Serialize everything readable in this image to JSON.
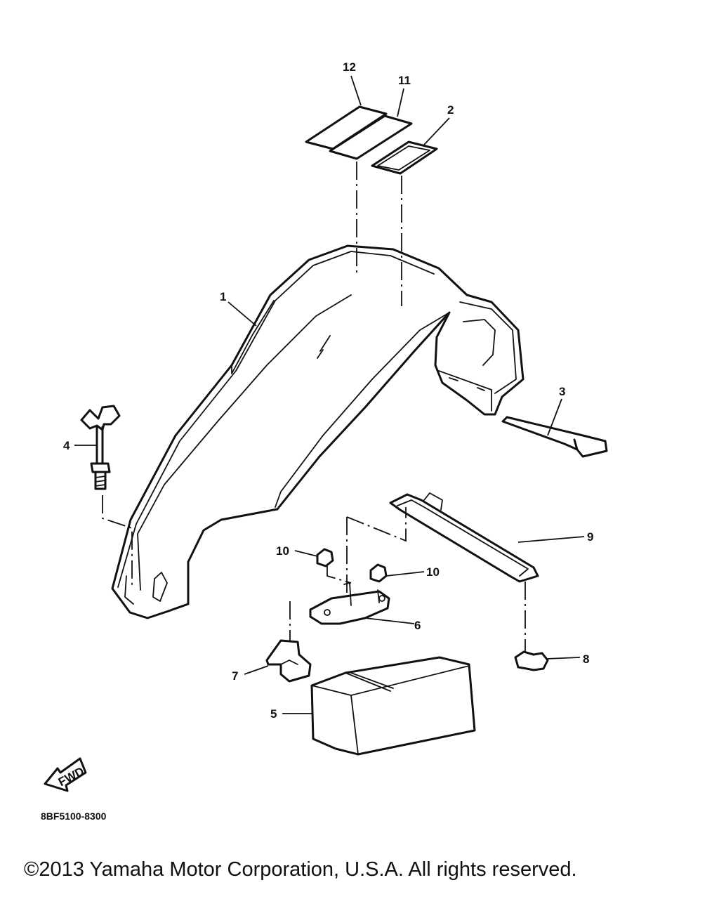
{
  "callouts": [
    {
      "num": "1",
      "part": "fender"
    },
    {
      "num": "2",
      "part": "damper"
    },
    {
      "num": "3",
      "part": "rod"
    },
    {
      "num": "4",
      "part": "wing-bolt"
    },
    {
      "num": "5",
      "part": "battery"
    },
    {
      "num": "6",
      "part": "bracket"
    },
    {
      "num": "7",
      "part": "stay"
    },
    {
      "num": "8",
      "part": "clamp"
    },
    {
      "num": "9",
      "part": "battery-band"
    },
    {
      "num": "10",
      "part": "nut"
    },
    {
      "num": "11",
      "part": "emblem"
    },
    {
      "num": "12",
      "part": "emblem"
    }
  ],
  "fwd_label": "FWD",
  "diagram_code": "8BF5100-8300",
  "copyright": "©2013 Yamaha Motor Corporation, U.S.A. All rights reserved."
}
